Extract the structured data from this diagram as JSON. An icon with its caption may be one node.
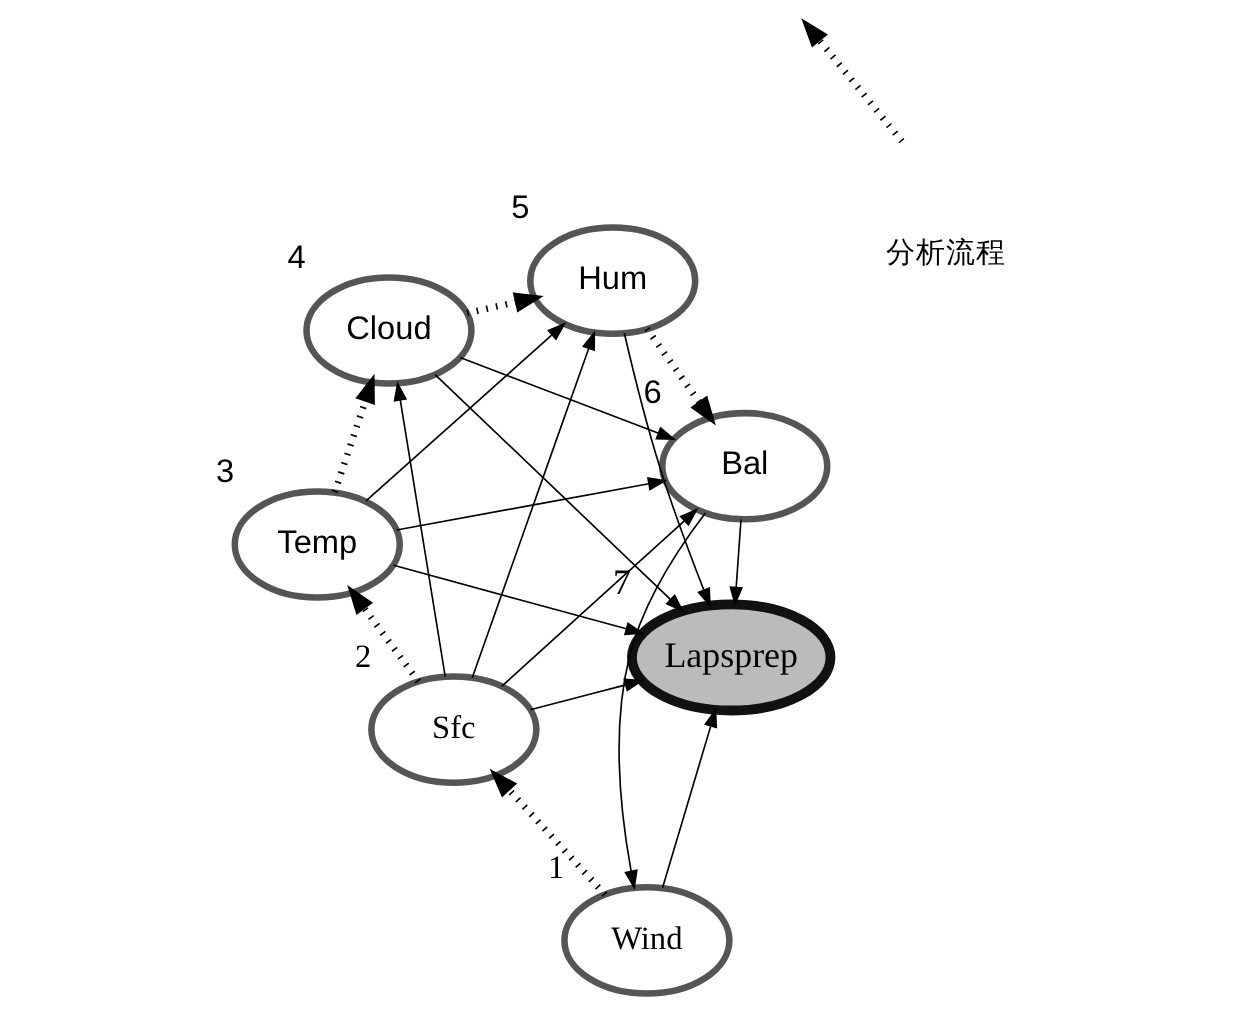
{
  "diagram": {
    "nodes": [
      {
        "text": [
          "Wind"
        ],
        "beside": [
          "1"
        ]
      },
      {
        "text": [
          "Sfc"
        ],
        "beside": [
          "2"
        ]
      },
      {
        "text": [
          "Lapsprep"
        ],
        "beside": [
          "7"
        ]
      },
      {
        "text": [
          "Temp"
        ],
        "beside": [
          "3"
        ]
      },
      {
        "text": [
          "Bal"
        ],
        "beside": [
          "6"
        ]
      },
      {
        "text": [
          "Hum"
        ],
        "beside": [
          "5"
        ]
      },
      {
        "text": [
          "Cloud"
        ],
        "beside": [
          "4"
        ]
      }
    ],
    "edges": [
      {
        "from": 0,
        "to": 1,
        "arrow": "to",
        "style": "dashed"
      },
      {
        "from": 1,
        "to": 3,
        "arrow": "to",
        "style": "dashed"
      },
      {
        "from": 3,
        "to": 6,
        "arrow": "to",
        "style": "dashed"
      },
      {
        "from": 6,
        "to": 5,
        "arrow": "to",
        "style": "dashed"
      },
      {
        "from": 5,
        "to": 4,
        "arrow": "to",
        "style": "dashed"
      },
      {
        "from": 4,
        "to": 0,
        "arrow": "to"
      },
      {
        "from": 0,
        "to": 2,
        "arrow": "to"
      },
      {
        "from": 1,
        "to": 2,
        "arrow": "to"
      },
      {
        "from": 1,
        "to": 4,
        "arrow": "to"
      },
      {
        "from": 4,
        "to": 2,
        "arrow": "to"
      },
      {
        "from": 1,
        "to": 5,
        "arrow": "to"
      },
      {
        "from": 5,
        "to": 2,
        "arrow": "to"
      },
      {
        "from": 1,
        "to": 6,
        "arrow": "to"
      },
      {
        "from": 3,
        "to": 2,
        "arrow": "to"
      },
      {
        "from": 3,
        "to": 4,
        "arrow": "to"
      },
      {
        "from": 3,
        "to": 5,
        "arrow": "to"
      },
      {
        "from": 6,
        "to": 2,
        "arrow": "to"
      },
      {
        "from": 6,
        "to": 4,
        "arrow": "to"
      }
    ],
    "legend": [
      {
        "text": "分析流程"
      }
    ]
  }
}
